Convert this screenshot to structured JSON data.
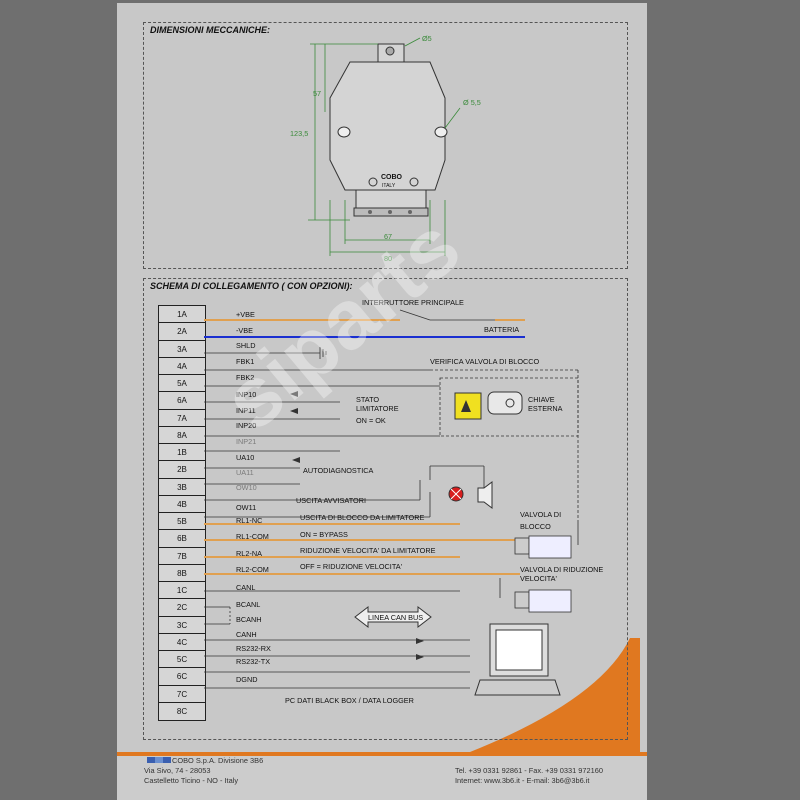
{
  "mechanical": {
    "title": "DIMENSIONI MECCANICHE:",
    "dims": {
      "hole_top": "Ø5",
      "hole_side": "Ø 5,5",
      "h57": "57",
      "h123": "123,5",
      "w67": "67",
      "w80": "80"
    },
    "brand_mark": "COBO",
    "brand_sub": "ITALY"
  },
  "wiring": {
    "title": "SCHEMA DI COLLEGAMENTO ( CON OPZIONI):",
    "pins": [
      "1A",
      "2A",
      "3A",
      "4A",
      "5A",
      "6A",
      "7A",
      "8A",
      "1B",
      "2B",
      "3B",
      "4B",
      "5B",
      "6B",
      "7B",
      "8B",
      "1C",
      "2C",
      "3C",
      "4C",
      "5C",
      "6C",
      "7C",
      "8C"
    ],
    "signals": {
      "vbe_pos": "+VBE",
      "vbe_neg": "-VBE",
      "shld": "SHLD",
      "fbk1": "FBK1",
      "fbk2": "FBK2",
      "inp10": "INP10",
      "inp11": "INP11",
      "inp20": "INP20",
      "inp21": "INP21",
      "ua10": "UA10",
      "ua11": "UA11",
      "ow10": "OW10",
      "ow11": "OW11",
      "rl1_nc": "RL1-NC",
      "rl1_com": "RL1-COM",
      "rl2_na": "RL2-NA",
      "rl2_com": "RL2-COM",
      "canl": "CANL",
      "bcanl": "BCANL",
      "bcanh": "BCANH",
      "canh": "CANH",
      "rs232_rx": "RS232-RX",
      "rs232_tx": "RS232-TX",
      "dgnd": "DGND"
    },
    "annotations": {
      "main_switch": "INTERRUTTORE PRINCIPALE",
      "battery": "BATTERIA",
      "valve_check": "VERIFICA VALVOLA DI BLOCCO",
      "limiter_state": "STATO LIMITATORE",
      "limiter_on": "ON = OK",
      "ext_key": "CHIAVE ESTERNA",
      "self_diag": "AUTODIAGNOSTICA",
      "warn_out": "USCITA AVVISATORI",
      "block_out": "USCITA DI BLOCCO DA LIMITATORE",
      "on_bypass": "ON = BYPASS",
      "speed_red": "RIDUZIONE VELOCITA' DA LIMITATORE",
      "off_red": "OFF = RIDUZIONE VELOCITA'",
      "valve_block": "VALVOLA DI BLOCCO",
      "valve_speed": "VALVOLA DI RIDUZIONE VELOCITA'",
      "can_bus": "LINEA  CAN BUS",
      "pc_logger": "PC DATI BLACK BOX / DATA LOGGER"
    }
  },
  "watermark": "siparts",
  "footer": {
    "company": "COBO S.p.A. Divisione 3B6",
    "address": "Via Sivo, 74 - 28053",
    "city": "Castelletto Ticino - NO - Italy",
    "phone": "Tel. +39 0331 92861 - Fax. +39 0331 972160",
    "web": "Internet: www.3b6.it - E-mail: 3b6@3b6.it"
  },
  "colors": {
    "orange": "#e07820",
    "wire_orange": "#e0a050",
    "wire_blue": "#1a2fd0",
    "dim_green": "#3a8a3a"
  }
}
